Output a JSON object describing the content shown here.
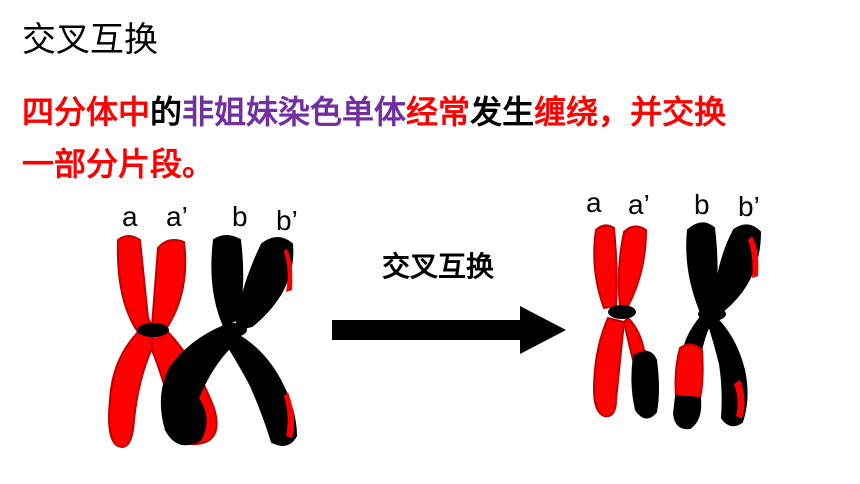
{
  "title": "交叉互换",
  "description": {
    "seg1": "四分体中",
    "seg2": "的",
    "seg3": "非姐妹染色单体",
    "seg4": "经常",
    "seg5": "发生",
    "seg6": "缠绕，并交换",
    "seg7": "一部分片段。"
  },
  "labels_left": {
    "a": "a",
    "a_prime": "a’",
    "b": "b",
    "b_prime": "b’"
  },
  "labels_right": {
    "a": "a",
    "a_prime": "a’",
    "b": "b",
    "b_prime": "b’"
  },
  "arrow_label": "交叉互换",
  "colors": {
    "red": "#ff0000",
    "purple": "#7030a0",
    "black": "#000000"
  }
}
